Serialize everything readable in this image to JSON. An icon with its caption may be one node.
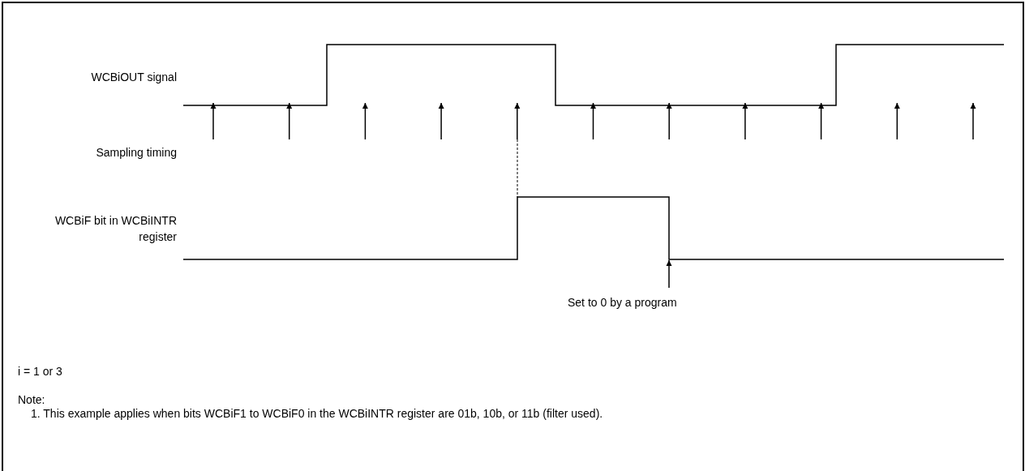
{
  "diagram": {
    "labels": [
      "WCBiOUT signal",
      "Sampling timing",
      "WCBiF bit in WCBiINTR register",
      "Set to 0 by a program",
      "i = 1 or 3",
      "Note:",
      "1. This example applies when bits WCBiF1 to WCBiF0 in the WCBiINTR register are 01b, 10b, or 11b (filter used)."
    ]
  }
}
